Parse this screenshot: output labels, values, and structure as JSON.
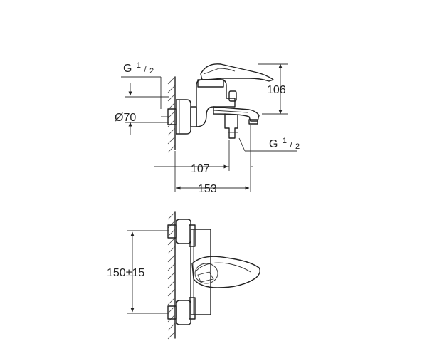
{
  "labels": {
    "thread_left": {
      "base": "G",
      "num": "1",
      "den": "2"
    },
    "diameter": "Ø70",
    "height_106": "106",
    "thread_right": {
      "base": "G",
      "num": "1",
      "den": "2"
    },
    "dim_107": "107",
    "dim_153": "153",
    "center_distance": "150±15"
  }
}
